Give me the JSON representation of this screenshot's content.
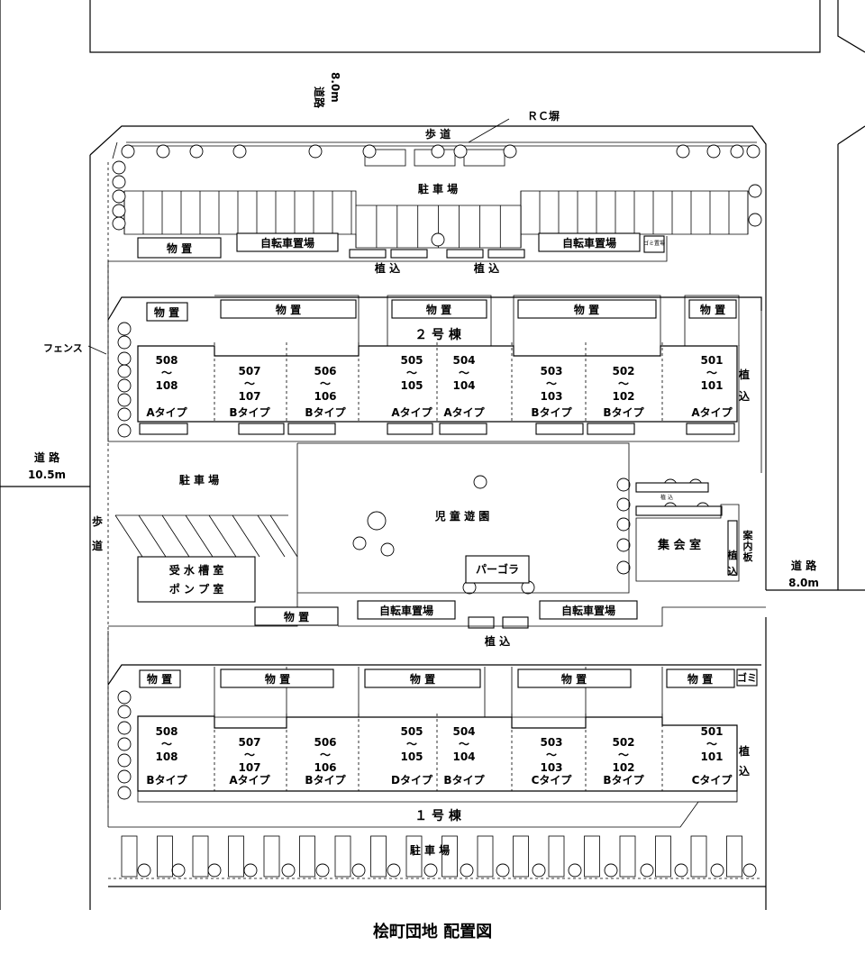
{
  "title": "桧町団地 配置図",
  "roads": {
    "north_a": "道路",
    "north_b": "8.0m",
    "west_a": "道 路",
    "west_b": "10.5m",
    "east_a": "道 路",
    "east_b": "8.0m"
  },
  "labels": {
    "hodo": "歩 道",
    "rc_wall": "ＲＣ塀",
    "parking_n": "駐 車 場",
    "parking_w": "駐 車 場",
    "parking_s": "駐 車 場",
    "storage": "物 置",
    "bicycle": "自転車置場",
    "planting": "植 込",
    "fence": "フェンス",
    "sidewalk_w_1": "歩",
    "sidewalk_w_2": "道",
    "playground": "児 童 遊 園",
    "pergola": "パーゴラ",
    "tank_1": "受 水 槽 室",
    "tank_2": "ポ ン プ 室",
    "hall": "集 会 室",
    "signboard": "案内板",
    "garbage": "ゴミ",
    "garbage_small": "ゴミ置場",
    "planting_v1": "植",
    "planting_v2": "込",
    "building2": "２ 号 棟",
    "building1": "１ 号 棟",
    "tilde": "～",
    "tiny_planting": "植 込"
  },
  "building2_units": [
    {
      "top": "508",
      "bottom": "108",
      "type": "Aタイプ"
    },
    {
      "top": "507",
      "bottom": "107",
      "type": "Bタイプ"
    },
    {
      "top": "506",
      "bottom": "106",
      "type": "Bタイプ"
    },
    {
      "top": "505",
      "bottom": "105",
      "type": "Aタイプ"
    },
    {
      "top": "504",
      "bottom": "104",
      "type": "Aタイプ"
    },
    {
      "top": "503",
      "bottom": "103",
      "type": "Bタイプ"
    },
    {
      "top": "502",
      "bottom": "102",
      "type": "Bタイプ"
    },
    {
      "top": "501",
      "bottom": "101",
      "type": "Aタイプ"
    }
  ],
  "building1_units": [
    {
      "top": "508",
      "bottom": "108",
      "type": "Bタイプ"
    },
    {
      "top": "507",
      "bottom": "107",
      "type": "Aタイプ"
    },
    {
      "top": "506",
      "bottom": "106",
      "type": "Bタイプ"
    },
    {
      "top": "505",
      "bottom": "105",
      "type": "Dタイプ"
    },
    {
      "top": "504",
      "bottom": "104",
      "type": "Bタイプ"
    },
    {
      "top": "503",
      "bottom": "103",
      "type": "Cタイプ"
    },
    {
      "top": "502",
      "bottom": "102",
      "type": "Bタイプ"
    },
    {
      "top": "501",
      "bottom": "101",
      "type": "Cタイプ"
    }
  ]
}
